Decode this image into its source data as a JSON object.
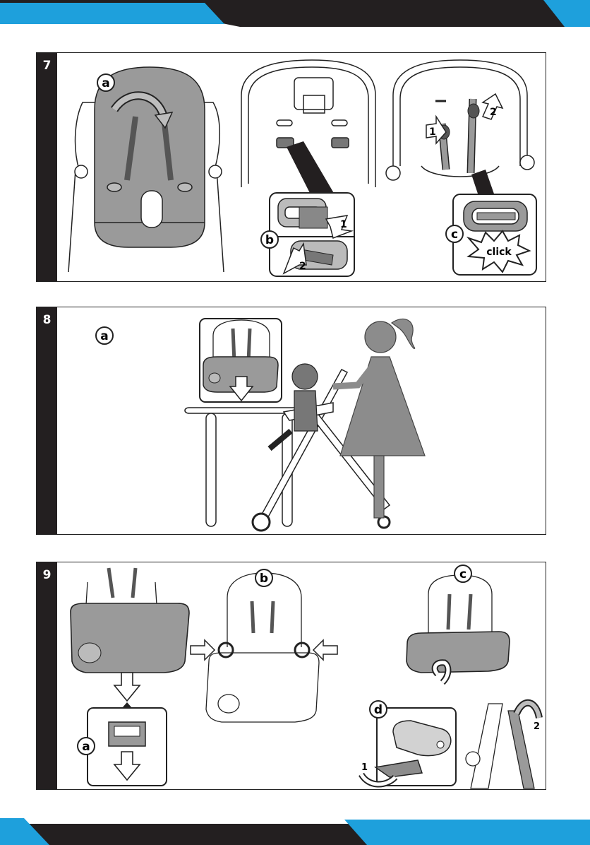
{
  "colors": {
    "accent": "#1ea0dc",
    "dark": "#231f20",
    "fill_gray": "#8c8c8c",
    "light_gray": "#c9c9c9"
  },
  "steps": [
    {
      "number": "7",
      "labels": {
        "a": "a",
        "b": "b",
        "c": "c"
      },
      "arrows": {
        "one": "1",
        "two": "2",
        "one_b": "1",
        "two_b": "2"
      },
      "callout": "click"
    },
    {
      "number": "8",
      "labels": {
        "a": "a"
      }
    },
    {
      "number": "9",
      "labels": {
        "a": "a",
        "b": "b",
        "c": "c",
        "d": "d"
      },
      "arrows": {
        "one": "1",
        "two": "2"
      }
    }
  ]
}
